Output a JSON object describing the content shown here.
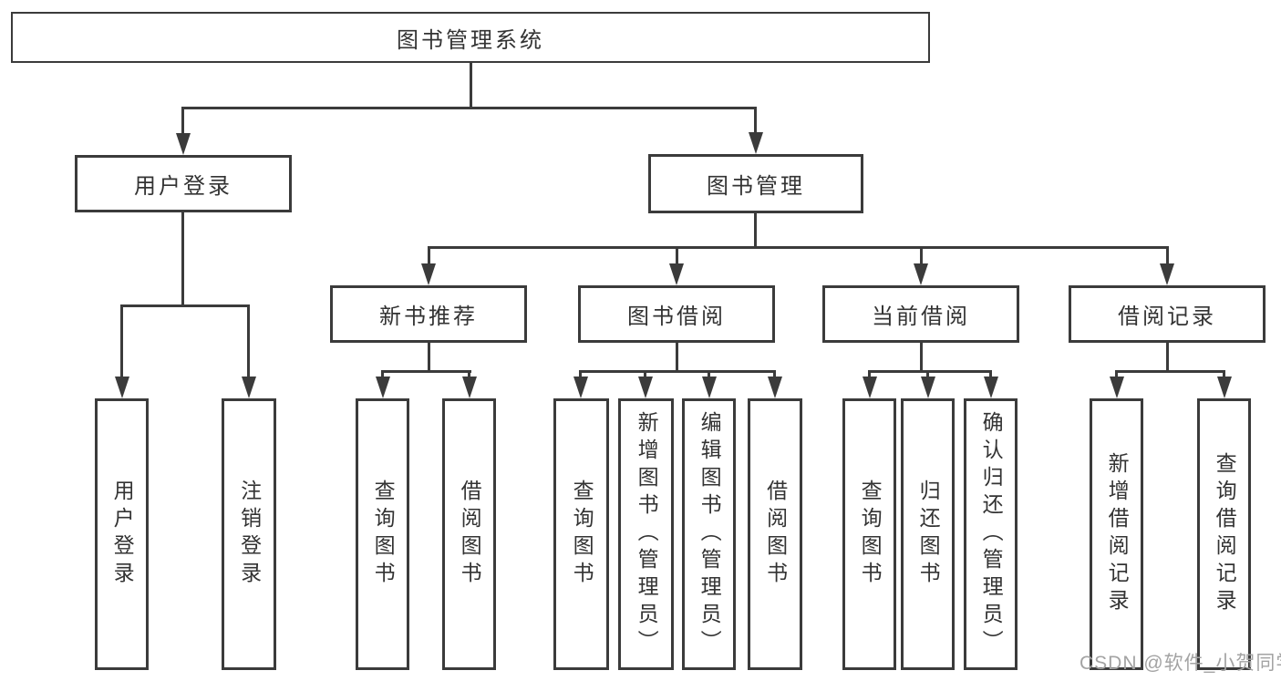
{
  "watermark": "CSDN @软件_小贺同学",
  "colors": {
    "line": "#3b3b3b",
    "text": "#333333",
    "background": "#ffffff",
    "watermark": "#a3a3a3"
  },
  "tree": {
    "label": "图书管理系统",
    "children": [
      {
        "label": "用户登录",
        "children": [
          {
            "label": "用户登录"
          },
          {
            "label": "注销登录"
          }
        ]
      },
      {
        "label": "图书管理",
        "children": [
          {
            "label": "新书推荐",
            "children": [
              {
                "label": "查询图书"
              },
              {
                "label": "借阅图书"
              }
            ]
          },
          {
            "label": "图书借阅",
            "children": [
              {
                "label": "查询图书"
              },
              {
                "label": "新增图书（管理员）"
              },
              {
                "label": "编辑图书（管理员）"
              },
              {
                "label": "借阅图书"
              }
            ]
          },
          {
            "label": "当前借阅",
            "children": [
              {
                "label": "查询图书"
              },
              {
                "label": "归还图书"
              },
              {
                "label": "确认归还（管理员）"
              }
            ]
          },
          {
            "label": "借阅记录",
            "children": [
              {
                "label": "新增借阅记录"
              },
              {
                "label": "查询借阅记录"
              }
            ]
          }
        ]
      }
    ]
  }
}
